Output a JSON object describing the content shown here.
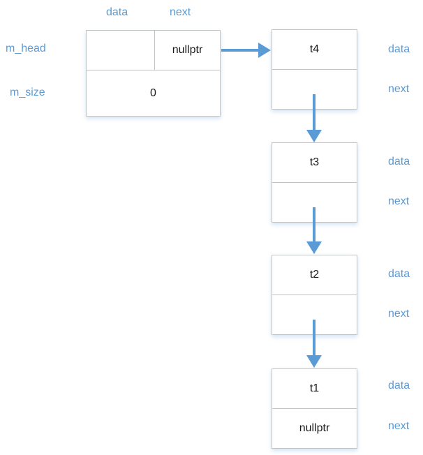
{
  "colors": {
    "accent": "#5b9bd5",
    "border": "#c3c3c3",
    "ink": "#1a1a1a"
  },
  "head_box": {
    "data_col_label": "data",
    "next_col_label": "next",
    "m_head_label": "m_head",
    "m_size_label": "m_size",
    "head_data_value": "",
    "head_next_value": "nullptr",
    "size_value": "0"
  },
  "nodes": [
    {
      "data_value": "t4",
      "next_value": "",
      "data_label": "data",
      "next_label": "next"
    },
    {
      "data_value": "t3",
      "next_value": "",
      "data_label": "data",
      "next_label": "next"
    },
    {
      "data_value": "t2",
      "next_value": "",
      "data_label": "data",
      "next_label": "next"
    },
    {
      "data_value": "t1",
      "next_value": "nullptr",
      "data_label": "data",
      "next_label": "next"
    }
  ],
  "arrows": {
    "head_to_t4": "arrow",
    "t4_to_t3": "arrow",
    "t3_to_t2": "arrow",
    "t2_to_t1": "arrow"
  }
}
